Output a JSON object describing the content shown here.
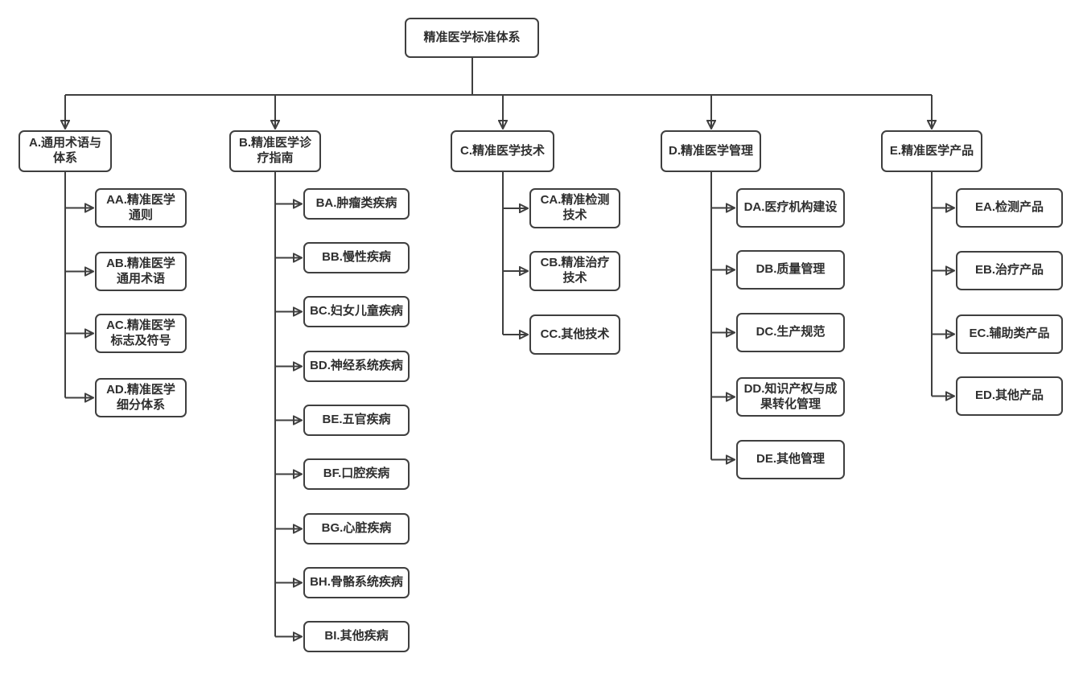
{
  "diagram": {
    "title": "精准医学标准体系",
    "colors": {
      "stroke": "#3f3f3f",
      "text": "#2f2f2f",
      "node_fill": "#ffffff",
      "background": "#ffffff"
    },
    "root": {
      "label": "精准医学标准体系"
    },
    "branches": [
      {
        "id": "A",
        "label": "A.通用术语与\n体系",
        "children": [
          {
            "id": "AA",
            "label": "AA.精准医学\n通则"
          },
          {
            "id": "AB",
            "label": "AB.精准医学\n通用术语"
          },
          {
            "id": "AC",
            "label": "AC.精准医学\n标志及符号"
          },
          {
            "id": "AD",
            "label": "AD.精准医学\n细分体系"
          }
        ]
      },
      {
        "id": "B",
        "label": "B.精准医学诊\n疗指南",
        "children": [
          {
            "id": "BA",
            "label": "BA.肿瘤类疾病"
          },
          {
            "id": "BB",
            "label": "BB.慢性疾病"
          },
          {
            "id": "BC",
            "label": "BC.妇女儿童疾病"
          },
          {
            "id": "BD",
            "label": "BD.神经系统疾病"
          },
          {
            "id": "BE",
            "label": "BE.五官疾病"
          },
          {
            "id": "BF",
            "label": "BF.口腔疾病"
          },
          {
            "id": "BG",
            "label": "BG.心脏疾病"
          },
          {
            "id": "BH",
            "label": "BH.骨骼系统疾病"
          },
          {
            "id": "BI",
            "label": "BI.其他疾病"
          }
        ]
      },
      {
        "id": "C",
        "label": "C.精准医学技术",
        "children": [
          {
            "id": "CA",
            "label": "CA.精准检测\n技术"
          },
          {
            "id": "CB",
            "label": "CB.精准治疗\n技术"
          },
          {
            "id": "CC",
            "label": "CC.其他技术"
          }
        ]
      },
      {
        "id": "D",
        "label": "D.精准医学管理",
        "children": [
          {
            "id": "DA",
            "label": "DA.医疗机构建设"
          },
          {
            "id": "DB",
            "label": "DB.质量管理"
          },
          {
            "id": "DC",
            "label": "DC.生产规范"
          },
          {
            "id": "DD",
            "label": "DD.知识产权与成\n果转化管理"
          },
          {
            "id": "DE",
            "label": "DE.其他管理"
          }
        ]
      },
      {
        "id": "E",
        "label": "E.精准医学产品",
        "children": [
          {
            "id": "EA",
            "label": "EA.检测产品"
          },
          {
            "id": "EB",
            "label": "EB.治疗产品"
          },
          {
            "id": "EC",
            "label": "EC.辅助类产品"
          },
          {
            "id": "ED",
            "label": "ED.其他产品"
          }
        ]
      }
    ]
  }
}
